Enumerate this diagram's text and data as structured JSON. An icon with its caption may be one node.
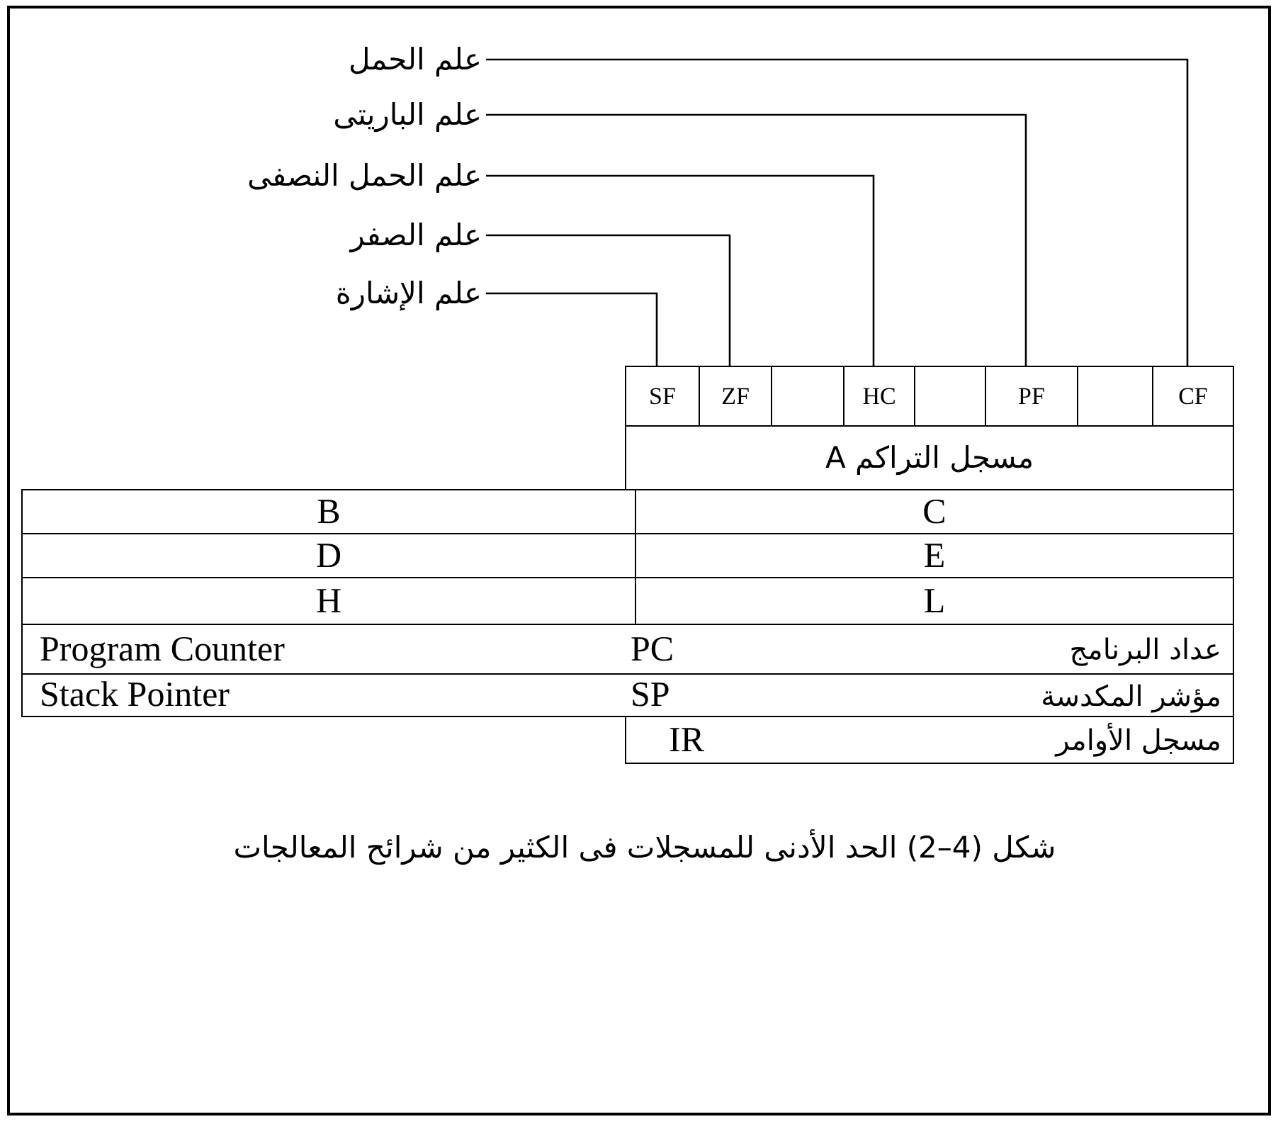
{
  "diagram": {
    "caption": "شكل (4–2) الحد الأدنى للمسجلات فى الكثير من شرائح المعالجات",
    "nodes": [
      {
        "text": [
          "علم الحمل"
        ]
      },
      {
        "text": [
          "علم الباريتى"
        ]
      },
      {
        "text": [
          "علم الحمل النصفى"
        ]
      },
      {
        "text": [
          "علم الصفر"
        ]
      },
      {
        "text": [
          "علم الإشارة"
        ]
      },
      {
        "text": [
          "SF"
        ]
      },
      {
        "text": [
          "ZF"
        ]
      },
      {
        "text": [],
        "shape": "box"
      },
      {
        "text": [
          "HC"
        ]
      },
      {
        "text": [],
        "shape": "box"
      },
      {
        "text": [
          "PF"
        ]
      },
      {
        "text": [],
        "shape": "box"
      },
      {
        "text": [
          "CF"
        ]
      },
      {
        "text": [
          "مسجل التراكم A"
        ]
      },
      {
        "text": [
          "B"
        ]
      },
      {
        "text": [
          "C"
        ]
      },
      {
        "text": [
          "D"
        ]
      },
      {
        "text": [
          "E"
        ]
      },
      {
        "text": [
          "H"
        ]
      },
      {
        "text": [
          "L"
        ]
      },
      {
        "text": [
          "عداد البرنامج",
          "PC",
          "Program Counter"
        ]
      },
      {
        "text": [
          "مؤشر المكدسة",
          "SP",
          "Stack Pointer"
        ]
      },
      {
        "text": [
          "مسجل الأوامر",
          "IR"
        ]
      }
    ],
    "edges": [
      {
        "from": 0,
        "to": 12,
        "arrow": "none"
      },
      {
        "from": 1,
        "to": 10,
        "arrow": "none"
      },
      {
        "from": 2,
        "to": 8,
        "arrow": "none"
      },
      {
        "from": 3,
        "to": 6,
        "arrow": "none"
      },
      {
        "from": 4,
        "to": 5,
        "arrow": "none"
      }
    ]
  }
}
